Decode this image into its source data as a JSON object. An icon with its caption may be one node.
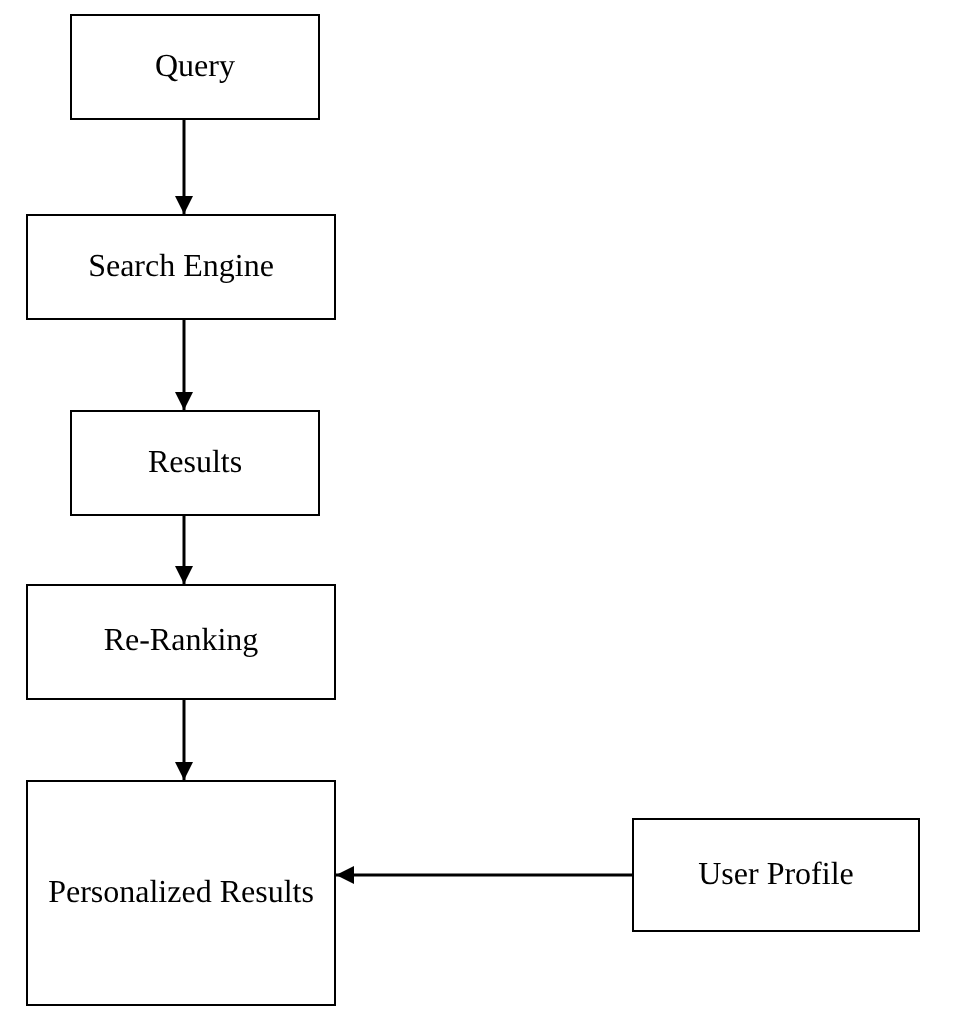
{
  "diagram": {
    "nodes": [
      {
        "text": [
          "Query"
        ]
      },
      {
        "text": [
          "Search Engine"
        ]
      },
      {
        "text": [
          "Results"
        ]
      },
      {
        "text": [
          "Re-Ranking"
        ]
      },
      {
        "text": [
          "Personalized Results"
        ]
      },
      {
        "text": [
          "User Profile"
        ]
      }
    ],
    "edges": [
      {
        "from": 0,
        "to": 1,
        "arrow": "to"
      },
      {
        "from": 1,
        "to": 2,
        "arrow": "to"
      },
      {
        "from": 2,
        "to": 3,
        "arrow": "to"
      },
      {
        "from": 3,
        "to": 4,
        "arrow": "to"
      },
      {
        "from": 5,
        "to": 4,
        "arrow": "to"
      }
    ]
  }
}
